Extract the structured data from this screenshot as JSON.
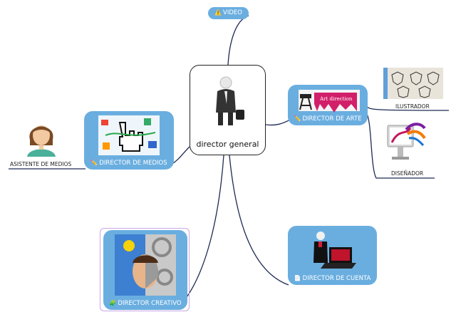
{
  "center": {
    "label": "director general"
  },
  "video": {
    "label": "VIDEO",
    "icon": "warning-icon"
  },
  "medios": {
    "label": "DIRECTOR DE MEDIOS",
    "icon": "pencil-icon"
  },
  "arte": {
    "label": "DIRECTOR DE ARTE",
    "icon": "pencil-icon",
    "banner": "Art direction"
  },
  "creativo": {
    "label": "DIRECTOR CREATIVO",
    "icon": "puzzle-icon"
  },
  "cuenta": {
    "label": "DIRECTOR DE CUENTA",
    "icon": "document-icon"
  },
  "leaves": {
    "asistente": "ASISTENTE DE MEDIOS",
    "ilustrador": "ILUSTRADOR",
    "disenador": "DISEÑADOR"
  },
  "colors": {
    "node_blue": "#6aaee0",
    "line": "#1f2a55",
    "text_white": "#ffffff"
  }
}
